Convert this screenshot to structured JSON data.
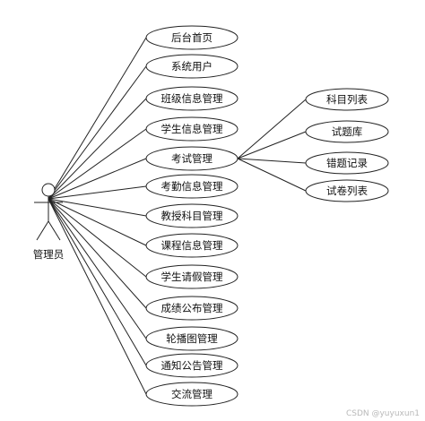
{
  "actor": {
    "label": "管理员"
  },
  "use_cases": [
    {
      "id": "uc-0",
      "label": "后台首页"
    },
    {
      "id": "uc-1",
      "label": "系统用户"
    },
    {
      "id": "uc-2",
      "label": "班级信息管理"
    },
    {
      "id": "uc-3",
      "label": "学生信息管理"
    },
    {
      "id": "uc-4",
      "label": "考试管理"
    },
    {
      "id": "uc-5",
      "label": "考勤信息管理"
    },
    {
      "id": "uc-6",
      "label": "教授科目管理"
    },
    {
      "id": "uc-7",
      "label": "课程信息管理"
    },
    {
      "id": "uc-8",
      "label": "学生请假管理"
    },
    {
      "id": "uc-9",
      "label": "成绩公布管理"
    },
    {
      "id": "uc-10",
      "label": "轮播图管理"
    },
    {
      "id": "uc-11",
      "label": "通知公告管理"
    },
    {
      "id": "uc-12",
      "label": "交流管理"
    }
  ],
  "sub_use_cases": [
    {
      "id": "sub-0",
      "label": "科目列表"
    },
    {
      "id": "sub-1",
      "label": "试题库"
    },
    {
      "id": "sub-2",
      "label": "错题记录"
    },
    {
      "id": "sub-3",
      "label": "试卷列表"
    }
  ],
  "watermark": "CSDN @yuyuxun1"
}
